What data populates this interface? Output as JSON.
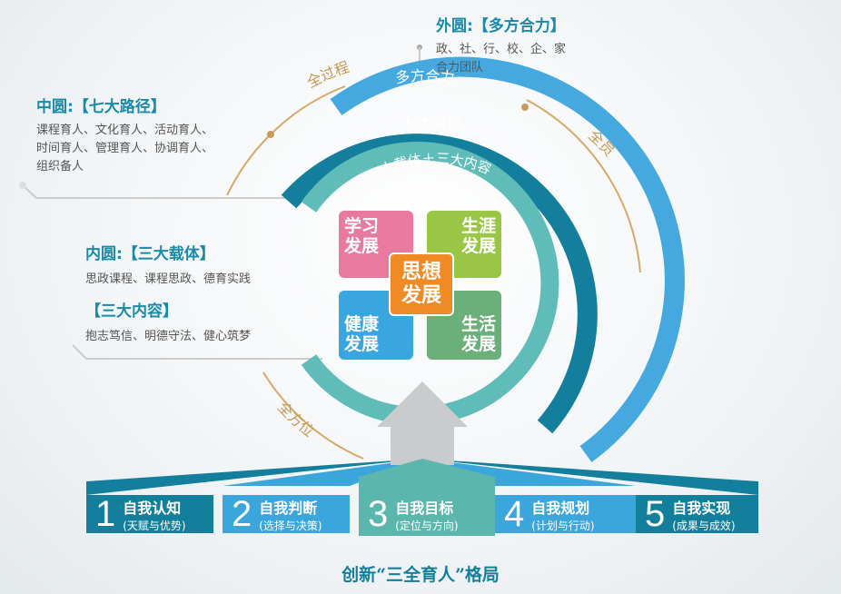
{
  "outer": {
    "title": "外圆:【多方合力】",
    "text1": "政、社、行、校、企、家",
    "text2": "合力团队"
  },
  "middle": {
    "title": "中圆:【七大路径】",
    "lines": [
      "课程育人、文化育人、活动育人、",
      "时间育人、管理育人、协调育人、",
      "组织备人"
    ]
  },
  "inner": {
    "title": "内圆:【三大载体】",
    "text": "思政课程、课程思政、德育实践",
    "title2": "【三大内容】",
    "text2": "抱志笃信、明德守法、健心筑梦"
  },
  "arcs": {
    "outer": "多方合力",
    "middle": "七大路径",
    "inner": "三大载体＋三大内容"
  },
  "ring_labels": {
    "process": "全过程",
    "staff": "全员",
    "direction": "全方位"
  },
  "quad": {
    "study": [
      "学习",
      "发展"
    ],
    "career": [
      "生涯",
      "发展"
    ],
    "health": [
      "健康",
      "发展"
    ],
    "life": [
      "生活",
      "发展"
    ],
    "thought": [
      "思想",
      "发展"
    ]
  },
  "steps": [
    {
      "n": "1",
      "title": "自我认知",
      "sub": "(天赋与优势)",
      "color": "#137f9c"
    },
    {
      "n": "2",
      "title": "自我判断",
      "sub": "(选择与决策)",
      "color": "#3aa6dc"
    },
    {
      "n": "3",
      "title": "自我目标",
      "sub": "(定位与方向)",
      "color": "#5bb7ad"
    },
    {
      "n": "4",
      "title": "自我规划",
      "sub": "(计划与行动)",
      "color": "#3aa6dc"
    },
    {
      "n": "5",
      "title": "自我实现",
      "sub": "(成果与成效)",
      "color": "#137f9c"
    }
  ],
  "caption": "创新“三全育人”格局"
}
